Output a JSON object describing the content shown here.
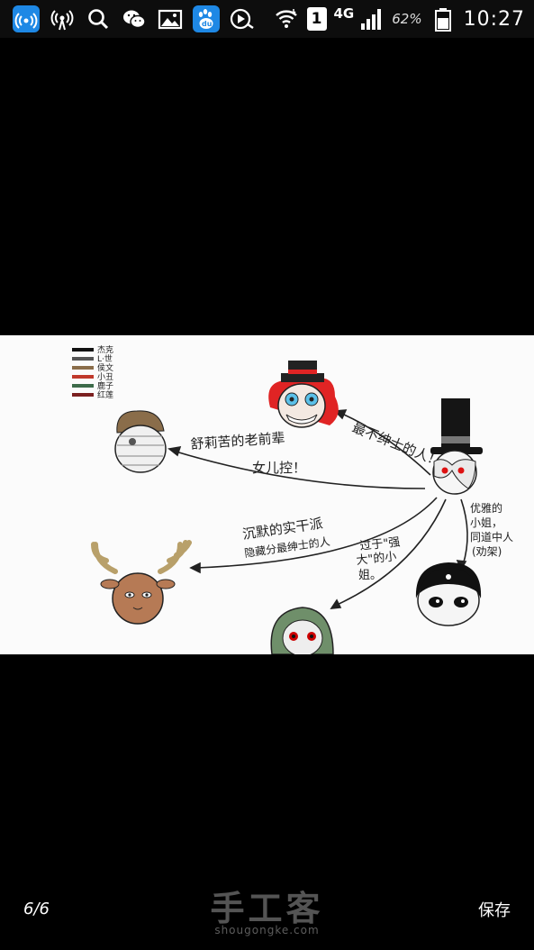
{
  "status_bar": {
    "network": "4G",
    "battery_percent": "62%",
    "time": "10:27",
    "sim": "1",
    "icons": [
      "wifi-hotspot-icon",
      "signal-tower-icon",
      "search-icon",
      "wechat-icon",
      "gallery-icon",
      "baidu-icon",
      "media-icon",
      "wifi-icon",
      "sim-icon",
      "cell-signal-icon",
      "battery-icon"
    ]
  },
  "viewer": {
    "counter": "6/6",
    "save_label": "保存",
    "watermark_main": "手工客",
    "watermark_sub": "shougongke.com"
  },
  "illustration": {
    "legend": [
      "杰克",
      "L·世",
      "侯文",
      "小丑",
      "鹿子",
      "红莲"
    ],
    "legend_colors": [
      "#111111",
      "#555555",
      "#8a6d4a",
      "#c0392b",
      "#3d6b4a",
      "#7b1f1f"
    ],
    "annotations": {
      "clown": "最不绅士的人！",
      "mummy_line1": "舒莉苦的老前辈",
      "mummy_line2": "女儿控！",
      "deer_line1": "沉默的实干派",
      "deer_line2": "隐藏分最绅士的人",
      "green_line1": "过于\"强",
      "green_line2": "大\"的小",
      "green_line3": "姐。",
      "lady_line1": "优雅的",
      "lady_line2": "小姐，",
      "lady_line3": "同道中人",
      "lady_line4": "(劝架)"
    }
  }
}
